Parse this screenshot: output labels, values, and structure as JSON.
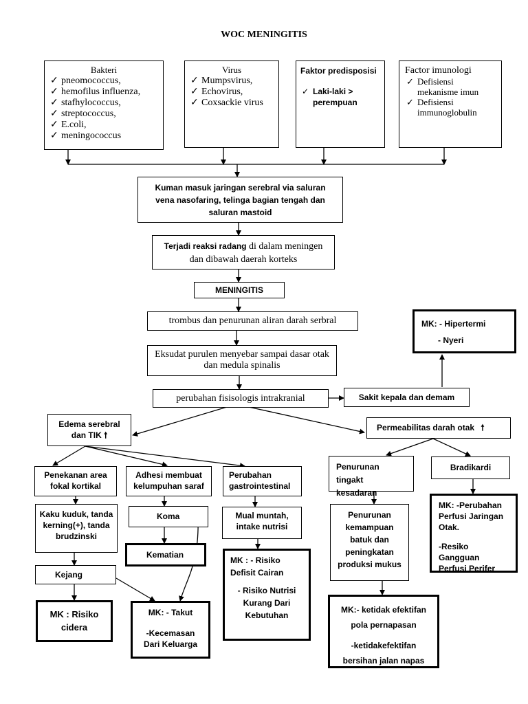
{
  "title": "WOC MENINGITIS",
  "causes": {
    "bakteri": {
      "heading": "Bakteri",
      "items": [
        "pneomococcus,",
        "hemofilus influenza,",
        "stafhylococcus,",
        "streptococcus,",
        "E.coli,",
        "meningococcus"
      ]
    },
    "virus": {
      "heading": "Virus",
      "items": [
        "Mumpsvirus,",
        "Echovirus,",
        "Coxsackie virus"
      ]
    },
    "predisposisi": {
      "heading": "Faktor predisposisi",
      "items": [
        "Laki-laki > perempuan"
      ]
    },
    "imunologi": {
      "heading": "Factor imunologi",
      "items": [
        "Defisiensi mekanisme imun",
        "Defisiensi immunoglobulin"
      ]
    }
  },
  "flow": {
    "kuman": "Kuman  masuk jaringan serebral via saluran vena nasofaring, telinga bagian tengah dan saluran mastoid",
    "radang_a": "Terjadi reaksi radang",
    "radang_b": " di dalam meningen dan dibawah daerah korteks",
    "meningitis": "MENINGITIS",
    "trombus": "trombus dan penurunan aliran darah serbral",
    "eksudat": "Eksudat purulen menyebar sampai dasar otak dan medula spinalis",
    "fisiologis": "perubahan fisisologis intrakranial",
    "sakit": "Sakit kepala dan demam",
    "mk_hipertermi_1": "MK: - Hipertermi",
    "mk_hipertermi_2": "-      Nyeri"
  },
  "left": {
    "edema": "Edema serebral dan TIK",
    "penekanan": "Penekanan area fokal kortikal",
    "adhesi": "Adhesi membuat kelumpuhan saraf",
    "perubahan_gi": "Perubahan gastrointestinal",
    "kaku": "Kaku kuduk, tanda kerning(+), tanda brudzinski",
    "koma": "Koma",
    "mual": "Mual muntah, intake nutrisi",
    "kematian": "Kematian",
    "kejang": "Kejang",
    "mk_cidera": "MK : Risiko cidera",
    "mk_takut_1": "MK: - Takut",
    "mk_takut_2": "-Kecemasan Dari Keluarga",
    "mk_cairan_1": "MK : - Risiko Defisit Cairan",
    "mk_cairan_2": "-  Risiko Nutrisi Kurang Dari Kebutuhan"
  },
  "right": {
    "permeabilitas": "Permeabilitas darah otak",
    "kesadaran": "Penurunan tingakt kesadaran",
    "bradikardi": "Bradikardi",
    "batuk": "Penurunan kemampuan batuk dan peningkatan produksi mukus",
    "mk_perfusi_1": "MK: -Perubahan Perfusi Jaringan Otak.",
    "mk_perfusi_2": "-Resiko Gangguan Perfusi Perifer",
    "mk_napas_1": "MK:- ketidak efektifan pola pernapasan",
    "mk_napas_2": "-ketidakefektifan bersihan jalan napas"
  },
  "symbols": {
    "check": "✓",
    "up_arrow": "🠕"
  }
}
